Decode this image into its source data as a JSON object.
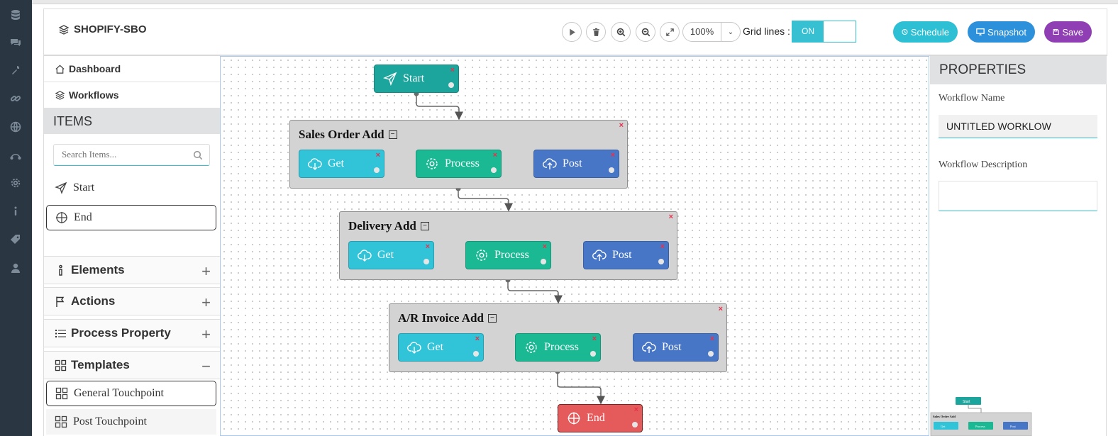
{
  "app": {
    "name": "SHOPIFY-SBO"
  },
  "rail": {
    "icons": [
      "database-icon",
      "chat-icon",
      "tools-icon",
      "link-icon",
      "globe-icon",
      "route-icon",
      "gear-icon",
      "info-icon",
      "tag-icon",
      "user-icon"
    ]
  },
  "toolbar": {
    "zoom_value": "100%",
    "grid_label": "Grid lines :",
    "grid_state": "ON",
    "schedule_label": "Schedule",
    "snapshot_label": "Snapshot",
    "save_label": "Save",
    "colors": {
      "schedule": "#2dbfd3",
      "snapshot": "#2c91da",
      "save": "#8f3fb3",
      "accent": "#36c0d2"
    }
  },
  "sidebar": {
    "nav": [
      {
        "label": "Dashboard",
        "icon": "home-icon"
      },
      {
        "label": "Workflows",
        "icon": "layers-icon"
      }
    ],
    "items_header": "ITEMS",
    "search_placeholder": "Search Items...",
    "items": [
      {
        "label": "Start",
        "icon": "send-icon"
      },
      {
        "label": "End",
        "icon": "crosshair-icon",
        "selected": true
      }
    ],
    "sections": [
      {
        "label": "Elements",
        "icon": "person-icon",
        "expanded": false,
        "toggle": "+"
      },
      {
        "label": "Actions",
        "icon": "flag-icon",
        "expanded": false,
        "toggle": "+"
      },
      {
        "label": "Process Property",
        "icon": "list-icon",
        "expanded": false,
        "toggle": "+"
      },
      {
        "label": "Templates",
        "icon": "grid-icon",
        "expanded": true,
        "toggle": "−"
      }
    ],
    "templates": [
      {
        "label": "General Touchpoint",
        "selected": true
      },
      {
        "label": "Post Touchpoint",
        "selected": false
      }
    ]
  },
  "canvas": {
    "start": {
      "label": "Start",
      "color": "#1ba59d"
    },
    "end": {
      "label": "End",
      "color": "#e55a5a"
    },
    "groups": [
      {
        "title": "Sales Order Add",
        "nodes": [
          "Get",
          "Process",
          "Post"
        ]
      },
      {
        "title": "Delivery Add",
        "nodes": [
          "Get",
          "Process",
          "Post"
        ]
      },
      {
        "title": "A/R Invoice Add",
        "nodes": [
          "Get",
          "Process",
          "Post"
        ]
      }
    ],
    "node_colors": {
      "get": "#31c3d7",
      "process": "#1bb894",
      "post": "#4876c6"
    },
    "close_mark": "×",
    "collapse_mark": "−"
  },
  "properties": {
    "header": "PROPERTIES",
    "workflow_name_label": "Workflow Name",
    "workflow_name_value": "UNTITLED WORKLOW",
    "workflow_description_label": "Workflow Description",
    "workflow_description_value": ""
  },
  "minimap": {
    "start_label": "Start",
    "group_label": "Sales Order Add",
    "nodes": [
      "Get",
      "Process",
      "Post"
    ]
  }
}
